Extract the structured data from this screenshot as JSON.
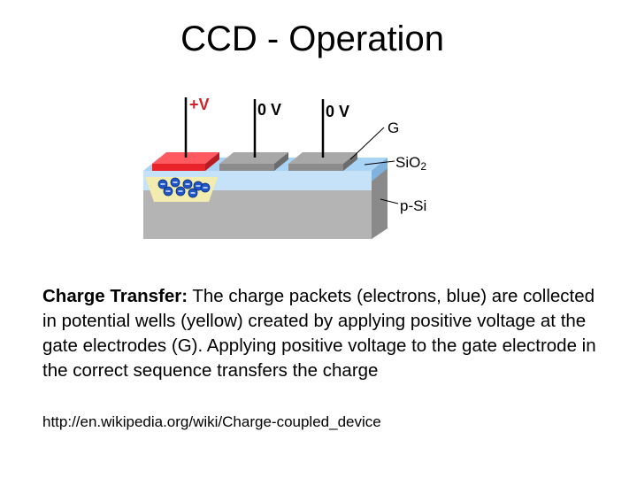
{
  "slide": {
    "title": "CCD - Operation",
    "caption_lead": "Charge Transfer:",
    "caption_text": " The charge packets (electrons, blue) are collected in potential wells (yellow) created by applying positive voltage at the gate electrodes (G). Applying positive voltage to the gate electrode in the correct sequence transfers the charge",
    "source_url": "http://en.wikipedia.org/wiki/Charge-coupled_device"
  },
  "diagram": {
    "gate_voltages": [
      "+V",
      "0 V",
      "0 V"
    ],
    "label_gate": "G",
    "label_oxide_main": "SiO",
    "label_oxide_sub": "2",
    "label_substrate": "p-Si",
    "electron_sign": "−",
    "colors": {
      "active_gate": "#e8232a",
      "inactive_gate": "#9a9a9a",
      "oxide": "#aad4f5",
      "substrate": "#b4b4b4",
      "potential_well": "#f3ecb0",
      "electron": "#1e56c8",
      "positive_label": "#d4202a"
    }
  }
}
